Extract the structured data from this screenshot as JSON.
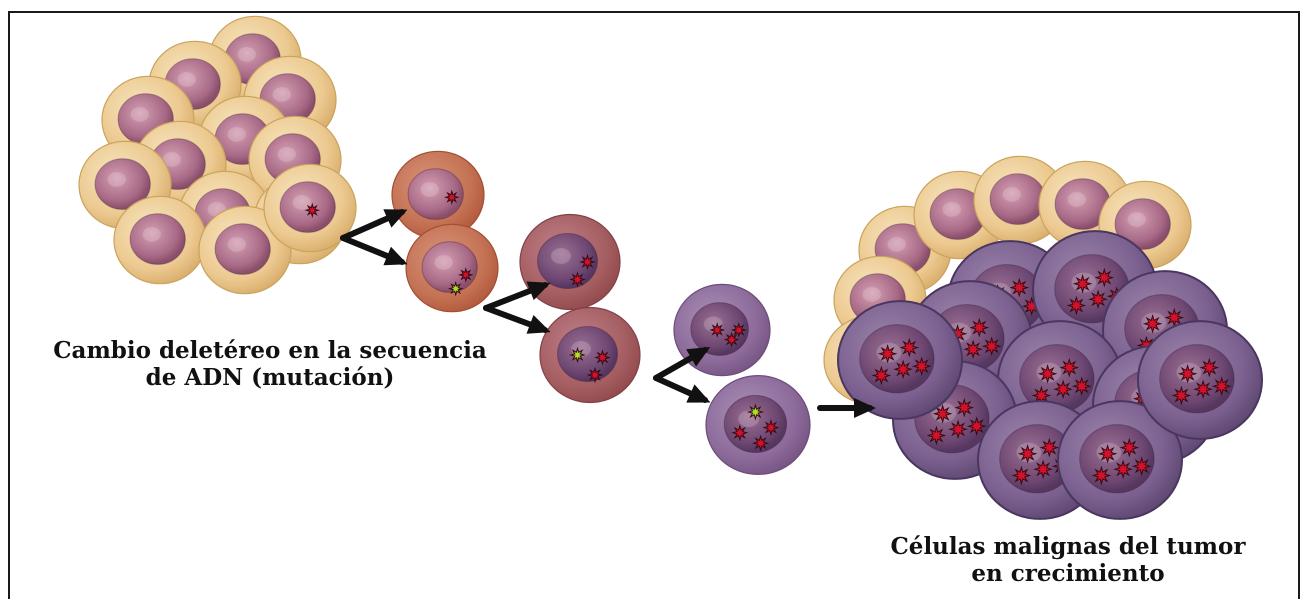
{
  "labels": {
    "mutation_line1": "Cambio deletéreo en la secuencia",
    "mutation_line2": "de ADN (mutación)",
    "tumor_line1": "Células malignas del tumor",
    "tumor_line2": "en crecimiento"
  },
  "colors": {
    "normal_membrane": "#eccf92",
    "normal_nucleus": "#b57a95",
    "stage1_membrane": "#c97a56",
    "stage2_membrane": "#a15c63",
    "stage3_membrane": "#8e6a97",
    "tumor_membrane": "#7b5e8d",
    "mutation_marker": "#d4102b",
    "mutation_marker_secondary": "#a8e02a",
    "arrow": "#111111",
    "frame": "#1a1a1a"
  },
  "icons": {
    "mutation": "red-starburst-icon",
    "secondary_mutation": "green-starburst-icon",
    "arrow": "black-arrow-icon"
  }
}
